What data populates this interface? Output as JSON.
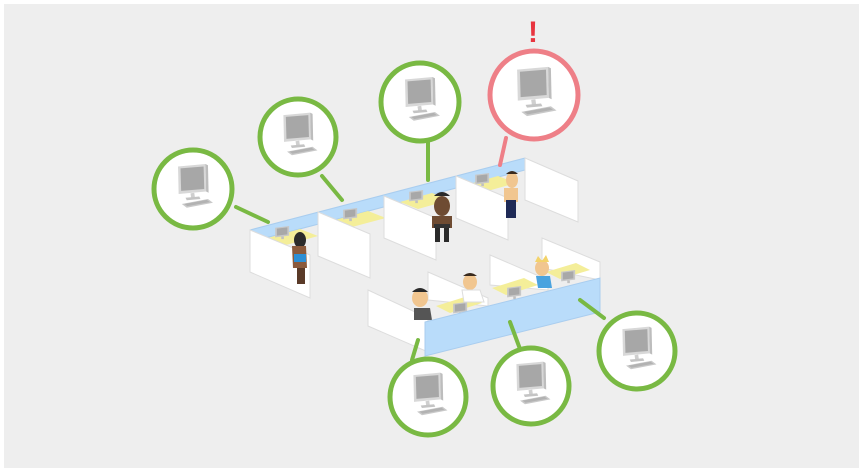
{
  "alert": {
    "mark": "!"
  },
  "colors": {
    "background": "#eeeeee",
    "ok_ring": "#79b943",
    "alert_ring": "#ee7f87",
    "alert_mark": "#e8343f",
    "partition_blue": "#b9dcfa",
    "partition_white": "#ffffff",
    "desk_yellow": "#f4ee99",
    "monitor": "#a9a9a9",
    "monitor_frame": "#d5d5d5"
  },
  "workstations": [
    {
      "id": "ws-1",
      "status": "ok",
      "icon": "computer-icon"
    },
    {
      "id": "ws-2",
      "status": "ok",
      "icon": "computer-icon"
    },
    {
      "id": "ws-3",
      "status": "ok",
      "icon": "computer-icon"
    },
    {
      "id": "ws-4",
      "status": "alert",
      "icon": "computer-icon"
    },
    {
      "id": "ws-5",
      "status": "ok",
      "icon": "computer-icon"
    },
    {
      "id": "ws-6",
      "status": "ok",
      "icon": "computer-icon"
    },
    {
      "id": "ws-7",
      "status": "ok",
      "icon": "computer-icon"
    }
  ]
}
